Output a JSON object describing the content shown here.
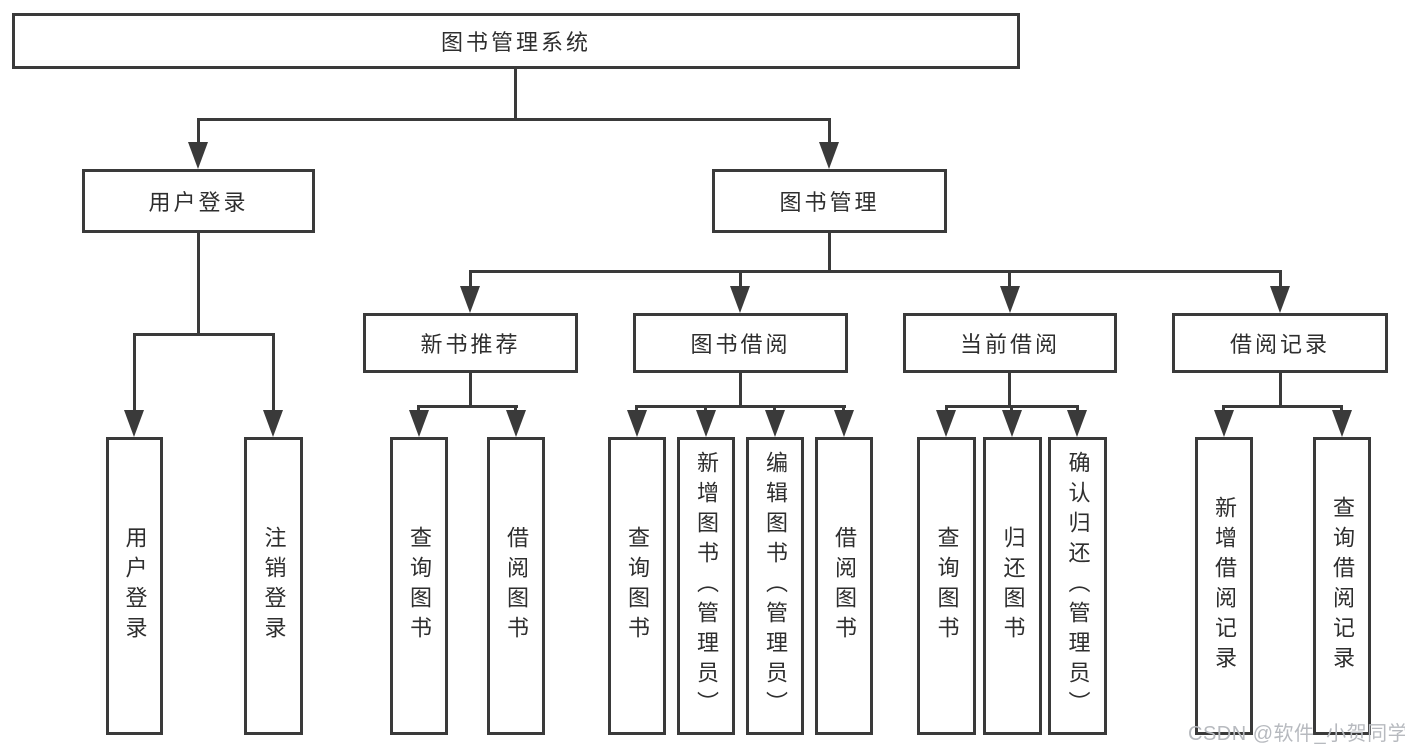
{
  "tree": {
    "root": {
      "label": "图书管理系统"
    },
    "level2": [
      {
        "label": "用户登录"
      },
      {
        "label": "图书管理"
      }
    ],
    "level3": [
      {
        "label": "新书推荐"
      },
      {
        "label": "图书借阅"
      },
      {
        "label": "当前借阅"
      },
      {
        "label": "借阅记录"
      }
    ],
    "leaves": {
      "user_login": [
        {
          "label": "用户登录"
        },
        {
          "label": "注销登录"
        }
      ],
      "new_book": [
        {
          "label": "查询图书"
        },
        {
          "label": "借阅图书"
        }
      ],
      "book_borrow": [
        {
          "label": "查询图书"
        },
        {
          "label": "新增图书（管理员）"
        },
        {
          "label": "编辑图书（管理员）"
        },
        {
          "label": "借阅图书"
        }
      ],
      "current_borrow": [
        {
          "label": "查询图书"
        },
        {
          "label": "归还图书"
        },
        {
          "label": "确认归还（管理员）"
        }
      ],
      "borrow_records": [
        {
          "label": "新增借阅记录"
        },
        {
          "label": "查询借阅记录"
        }
      ]
    }
  },
  "watermark": {
    "text": "CSDN @软件_小贺同学"
  },
  "colors": {
    "line": "#3a3a3a",
    "text": "#2e2e2e",
    "background": "#ffffff",
    "watermark": "#b7babf"
  }
}
